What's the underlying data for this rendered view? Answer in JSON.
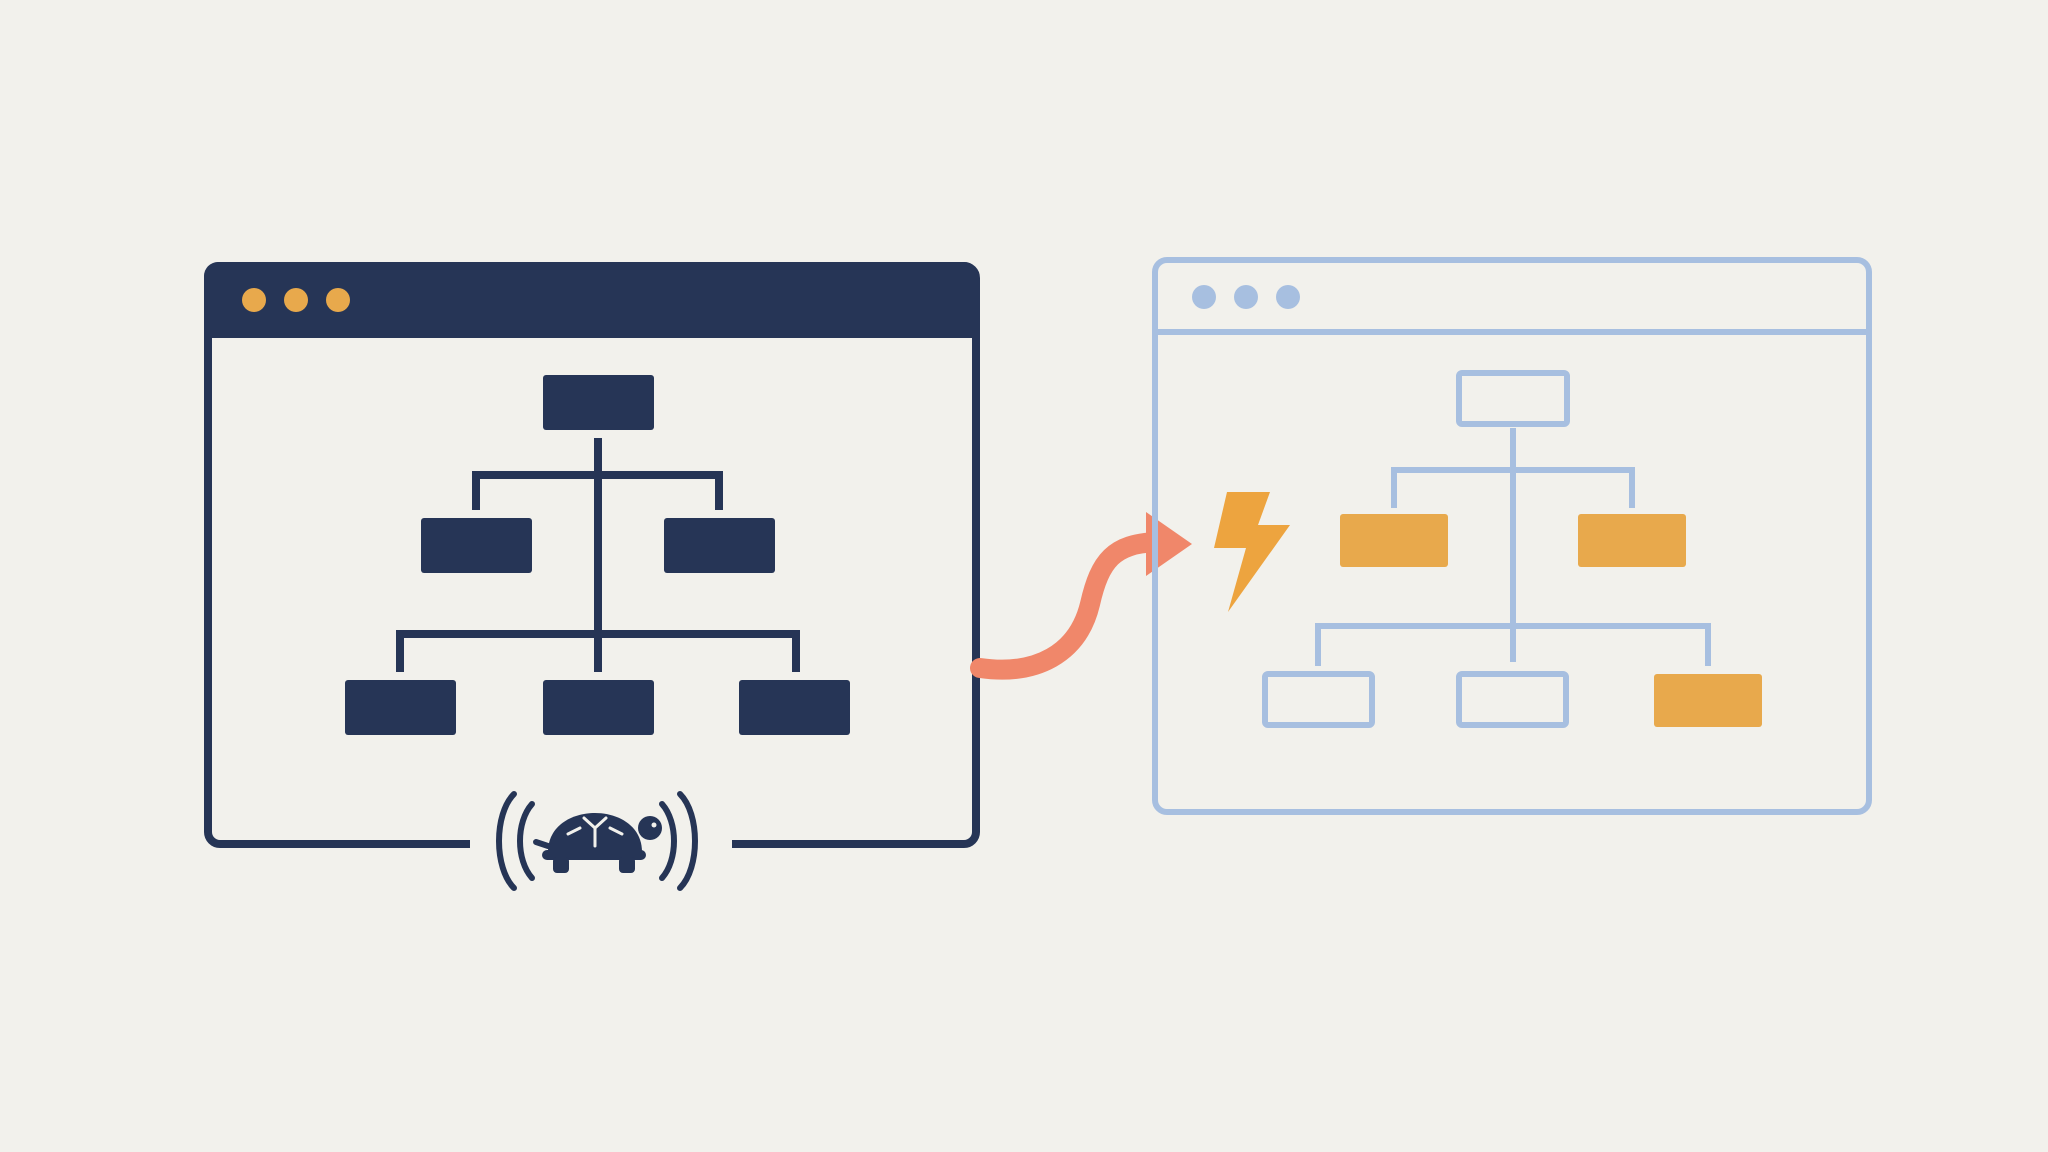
{
  "canvas": {
    "background": "#f2f1ec"
  },
  "colors": {
    "navy": "#263556",
    "light_blue": "#a7bfe0",
    "orange": "#e8a94c",
    "coral": "#f0876a",
    "bolt": "#eda43f"
  },
  "before_window": {
    "role": "slow-full-tree-render",
    "title_dots": [
      "dot",
      "dot",
      "dot"
    ],
    "tree": {
      "root": "node",
      "level_2": [
        "node",
        "node"
      ],
      "level_3": [
        "node",
        "node",
        "node"
      ]
    },
    "indicator_icon": "turtle-icon"
  },
  "transition": {
    "icon": "curved-arrow-icon"
  },
  "after_window": {
    "role": "fast-partial-update",
    "title_dots": [
      "dot",
      "dot",
      "dot"
    ],
    "indicator_icon": "lightning-bolt-icon",
    "tree": {
      "root": {
        "state": "unchanged"
      },
      "level_2": [
        {
          "state": "updated"
        },
        {
          "state": "updated"
        }
      ],
      "level_3": [
        {
          "state": "unchanged"
        },
        {
          "state": "unchanged"
        },
        {
          "state": "updated"
        }
      ]
    }
  }
}
